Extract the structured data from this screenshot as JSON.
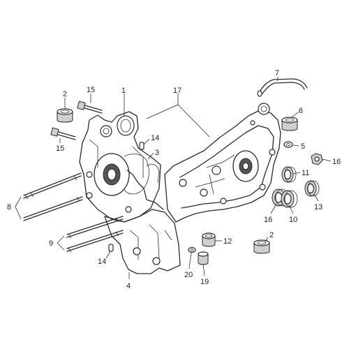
{
  "callouts": [
    {
      "id": "1",
      "text": "1"
    },
    {
      "id": "2a",
      "text": "2"
    },
    {
      "id": "2b",
      "text": "2"
    },
    {
      "id": "3",
      "text": "3"
    },
    {
      "id": "4",
      "text": "4"
    },
    {
      "id": "5",
      "text": "5"
    },
    {
      "id": "6",
      "text": "6"
    },
    {
      "id": "7",
      "text": "7"
    },
    {
      "id": "8",
      "text": "8"
    },
    {
      "id": "9",
      "text": "9"
    },
    {
      "id": "10",
      "text": "10"
    },
    {
      "id": "11",
      "text": "11"
    },
    {
      "id": "12",
      "text": "12"
    },
    {
      "id": "13",
      "text": "13"
    },
    {
      "id": "14a",
      "text": "14"
    },
    {
      "id": "14b",
      "text": "14"
    },
    {
      "id": "15a",
      "text": "15"
    },
    {
      "id": "15b",
      "text": "15"
    },
    {
      "id": "16a",
      "text": "16"
    },
    {
      "id": "16b",
      "text": "16"
    },
    {
      "id": "17",
      "text": "17"
    },
    {
      "id": "19",
      "text": "19"
    },
    {
      "id": "20",
      "text": "20"
    }
  ]
}
